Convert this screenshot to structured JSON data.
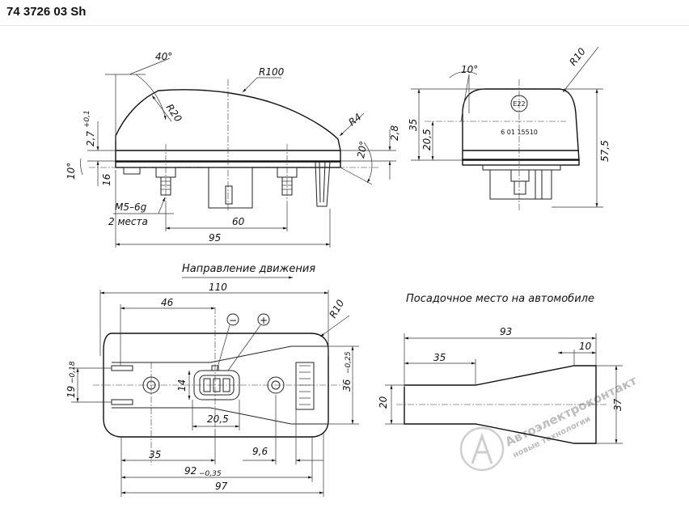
{
  "header": {
    "title": "74 3726 03 Sh"
  },
  "captions": {
    "direction": "Направление движения",
    "mounting": "Посадочное место на автомобиле"
  },
  "watermark": {
    "brand": "Автоэлектроконтакт",
    "slogan": "новые технологии"
  },
  "side_view": {
    "angle_top": "40°",
    "r100": "R100",
    "r20": "R20",
    "r4": "R4",
    "tol_27": "2,7",
    "tol_27_sup": "+0,1",
    "angle_10": "10°",
    "dim_16": "16",
    "dim_28": "2,8",
    "angle_20": "20°",
    "thread": "M5–6g",
    "qty": "2 места",
    "dim_60": "60",
    "dim_95": "95"
  },
  "front_view": {
    "angle_10": "10°",
    "r10": "R10",
    "dim_35": "35",
    "dim_205": "20,5",
    "dim_575": "57,5",
    "mark_e": "E22",
    "mark_num": "6 01 15510"
  },
  "bottom_view": {
    "dim_110": "110",
    "dim_46": "46",
    "r10": "R10",
    "minus": "−",
    "plus": "+",
    "dim_19": "19",
    "dim_19_tol": "−0,18",
    "dim_14": "14",
    "dim_36": "36",
    "dim_36_tol": "−0,25",
    "dim_205": "20,5",
    "dim_35": "35",
    "dim_96": "9,6",
    "dim_92": "92",
    "dim_92_tol": "−0,35",
    "dim_97": "97"
  },
  "cutout": {
    "dim_93": "93",
    "dim_35": "35",
    "dim_10": "10",
    "dim_20": "20",
    "dim_37": "37"
  }
}
